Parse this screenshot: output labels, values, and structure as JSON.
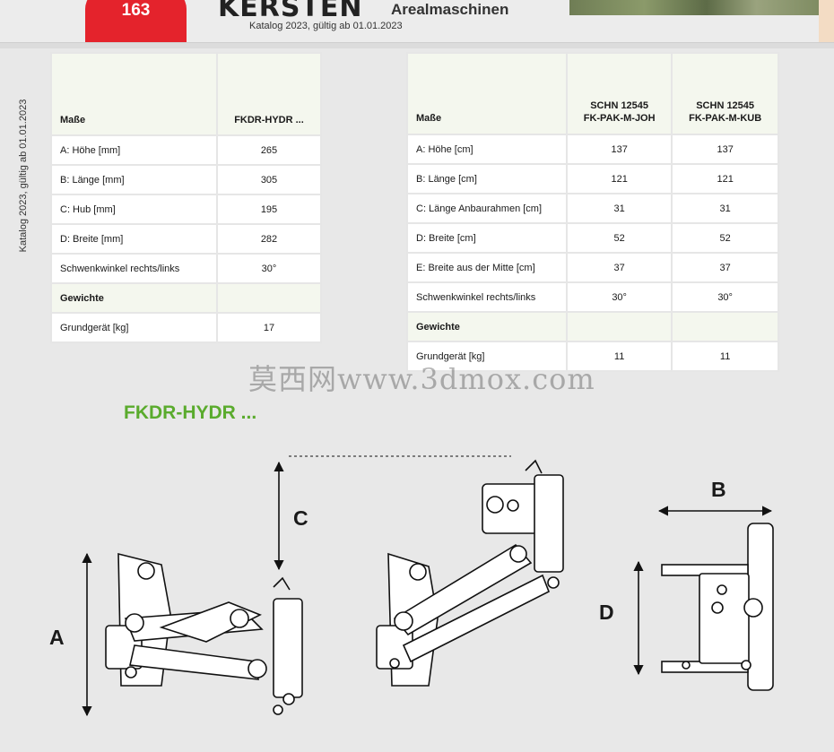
{
  "header": {
    "page_number": "163",
    "brand": "KERSTEN",
    "category": "Arealmaschinen",
    "valid_note": "Katalog 2023, gültig ab 01.01.2023"
  },
  "side_note": "Katalog 2023, gültig ab 01.01.2023",
  "table_left": {
    "col_header": "Maße",
    "models": [
      "FKDR-HYDR ..."
    ],
    "rows": [
      {
        "label": "A: Höhe [mm]",
        "values": [
          "265"
        ]
      },
      {
        "label": "B: Länge [mm]",
        "values": [
          "305"
        ]
      },
      {
        "label": "C: Hub [mm]",
        "values": [
          "195"
        ]
      },
      {
        "label": "D: Breite [mm]",
        "values": [
          "282"
        ]
      },
      {
        "label": "Schwenkwinkel rechts/links",
        "values": [
          "30°"
        ]
      }
    ],
    "group_label": "Gewichte",
    "weight_rows": [
      {
        "label": "Grundgerät [kg]",
        "values": [
          "17"
        ]
      }
    ]
  },
  "table_right": {
    "col_header": "Maße",
    "models": [
      {
        "line1": "SCHN 12545",
        "line2": "FK-PAK-M-JOH"
      },
      {
        "line1": "SCHN 12545",
        "line2": "FK-PAK-M-KUB"
      }
    ],
    "rows": [
      {
        "label": "A: Höhe [cm]",
        "values": [
          "137",
          "137"
        ]
      },
      {
        "label": "B: Länge [cm]",
        "values": [
          "121",
          "121"
        ]
      },
      {
        "label": "C: Länge Anbaurahmen [cm]",
        "values": [
          "31",
          "31"
        ]
      },
      {
        "label": "D: Breite [cm]",
        "values": [
          "52",
          "52"
        ]
      },
      {
        "label": "E: Breite aus der Mitte [cm]",
        "values": [
          "37",
          "37"
        ]
      },
      {
        "label": "Schwenkwinkel rechts/links",
        "values": [
          "30°",
          "30°"
        ]
      }
    ],
    "group_label": "Gewichte",
    "weight_rows": [
      {
        "label": "Grundgerät [kg]",
        "values": [
          "11",
          "11"
        ]
      }
    ]
  },
  "watermark": "莫西网www.3dmox.com",
  "drawing": {
    "title": "FKDR-HYDR ...",
    "labels": {
      "a": "A",
      "b": "B",
      "c": "C",
      "d": "D"
    }
  }
}
